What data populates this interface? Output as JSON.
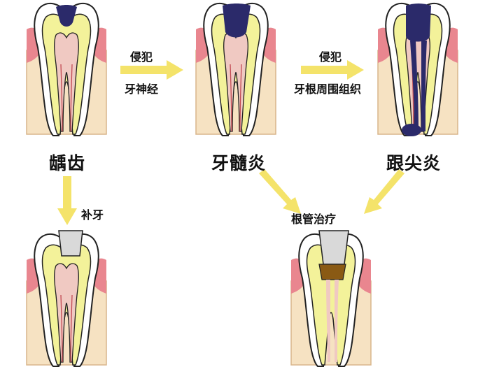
{
  "stages": {
    "caries": "龋齿",
    "pulpitis": "牙髓炎",
    "periapical": "跟尖炎"
  },
  "transitions": {
    "caries_to_pulpitis": {
      "line1": "侵犯",
      "line2": "牙神经"
    },
    "pulpitis_to_periapical": {
      "line1": "侵犯",
      "line2": "牙根周围组织"
    },
    "caries_to_filling": "补牙",
    "to_root_canal": "根管治疗"
  },
  "colors": {
    "enamel": "#ffffff",
    "dentin": "#f3f29a",
    "pulp": "#f0c9c2",
    "canal_line": "#c24a52",
    "gum": "#e9868f",
    "bone": "#f6e2c2",
    "decay": "#2b2a6a",
    "arrow": "#f4e36a",
    "filling": "#d9d9d9",
    "root_filling": "#8a5a14"
  }
}
